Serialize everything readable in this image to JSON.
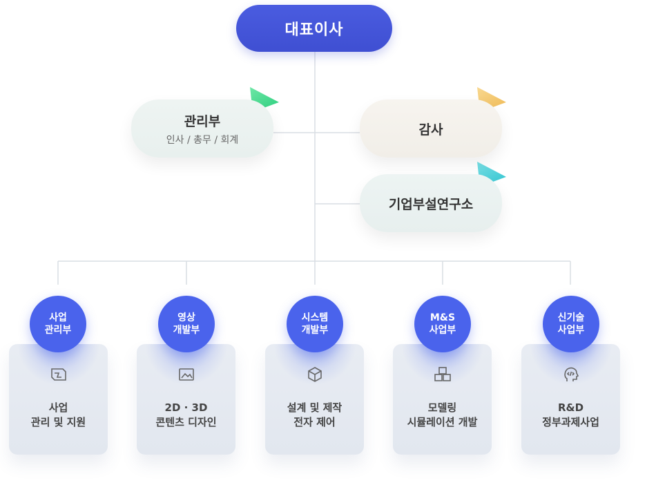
{
  "ceo": {
    "label": "대표이사"
  },
  "admin": {
    "title": "관리부",
    "subtitle": "인사 / 총무 / 회계"
  },
  "audit": {
    "title": "감사"
  },
  "lab": {
    "title": "기업부설연구소"
  },
  "departments": [
    {
      "badge1": "사업",
      "badge2": "관리부",
      "line1": "사업",
      "line2": "관리 및 지원",
      "icon": "map-icon"
    },
    {
      "badge1": "영상",
      "badge2": "개발부",
      "line1": "2D · 3D",
      "line2": "콘텐츠 디자인",
      "icon": "image-icon"
    },
    {
      "badge1": "시스템",
      "badge2": "개발부",
      "line1": "설계 및 제작",
      "line2": "전자 제어",
      "icon": "cube-icon"
    },
    {
      "badge1": "M&S",
      "badge2": "사업부",
      "line1": "모델링",
      "line2": "시뮬레이션 개발",
      "icon": "boxes-icon"
    },
    {
      "badge1": "신기술",
      "badge2": "사업부",
      "line1": "R&D",
      "line2": "정부과제사업",
      "icon": "ai-head-icon"
    }
  ],
  "colors": {
    "ceo": "#4050d6",
    "badge": "#4a63ec",
    "tri_green": "#3fd48a",
    "tri_yellow": "#f3c56b",
    "tri_cyan": "#3fcad6",
    "line": "#d9dde3"
  }
}
